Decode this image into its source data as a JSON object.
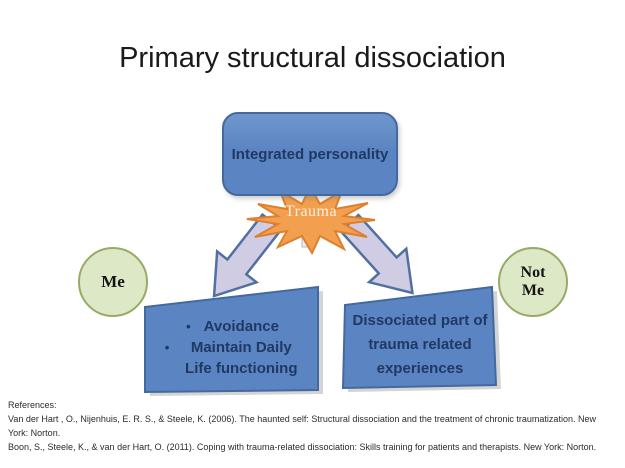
{
  "slide": {
    "title": "Primary structural dissociation"
  },
  "diagram": {
    "integrated_box": {
      "label": "Integrated personality"
    },
    "trauma_star": {
      "label": "Trauma"
    },
    "me_circle": {
      "label": "Me"
    },
    "not_me_circle": {
      "label": "Not Me"
    },
    "left_shape": {
      "bullet_char": "•",
      "bullets": [
        "Avoidance",
        "Maintain Daily Life functioning"
      ]
    },
    "right_shape": {
      "label": "Dissociated part of trauma related experiences"
    }
  },
  "references": {
    "heading": "References:",
    "lines": [
      "Van der Hart , O., Nijenhuis, E. R. S., & Steele, K. (2006). The haunted self: Structural dissociation and the treatment of chronic traumatization. New",
      "York: Norton.",
      "Boon, S., Steele, K., & van der Hart, O. (2011). Coping with trauma-related dissociation: Skills training for patients and therapists. New York: Norton."
    ]
  },
  "colors": {
    "title_color": "#1a1a1a",
    "shape_blue": "#5b85c2",
    "shape_blue_border": "#44699e",
    "text_navy": "#1f3864",
    "star_fill": "#f2a04f",
    "star_border": "#de7f2d",
    "star_text": "#fcf1dc",
    "arrow_fill": "#cfcce4",
    "arrow_border": "#51709f",
    "circle_fill": "#dde8c6",
    "circle_border": "#98aa66",
    "shadow_gray": "#cccccc",
    "ref_color": "#2b2b2b"
  }
}
